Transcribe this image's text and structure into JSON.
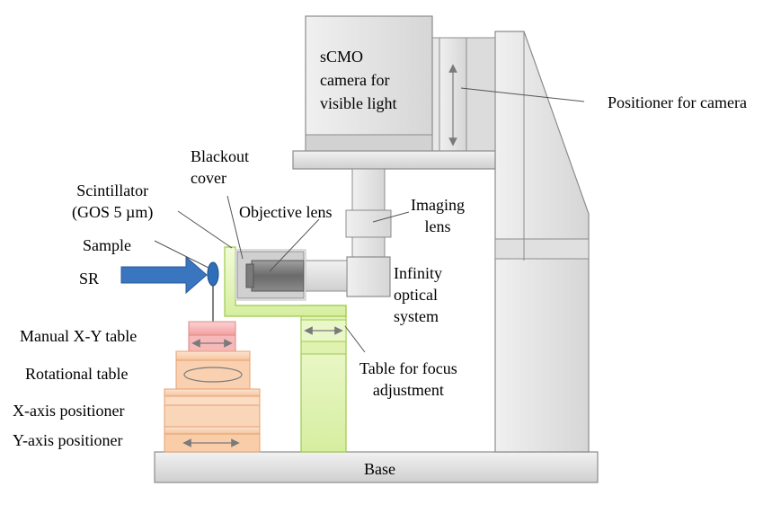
{
  "camera": {
    "text": "sCMO\ncamera for\nvisible light"
  },
  "labels": {
    "positioner_camera": "Positioner for camera",
    "blackout_cover": "Blackout\ncover",
    "scintillator": "Scintillator\n(GOS 5 µm)",
    "objective_lens": "Objective lens",
    "imaging_lens": "Imaging\nlens",
    "sample": "Sample",
    "sr": "SR",
    "infinity_optical": "Infinity\noptical\nsystem",
    "manual_xy": "Manual X-Y table",
    "rotational": "Rotational table",
    "focus_table": "Table for focus\nadjustment",
    "x_axis": "X-axis positioner",
    "y_axis": "Y-axis positioner",
    "base": "Base"
  },
  "colors": {
    "gray_light": "#e4e4e4",
    "gray_mid": "#c8c8c8",
    "gray_dark": "#8c8c8c",
    "green_fill": "#e6f5c0",
    "green_stroke": "#9ccc4a",
    "pink_fill": "#f6b8b8",
    "orange_fill": "#f9d6b8",
    "blue_arrow": "#2f6fba"
  }
}
